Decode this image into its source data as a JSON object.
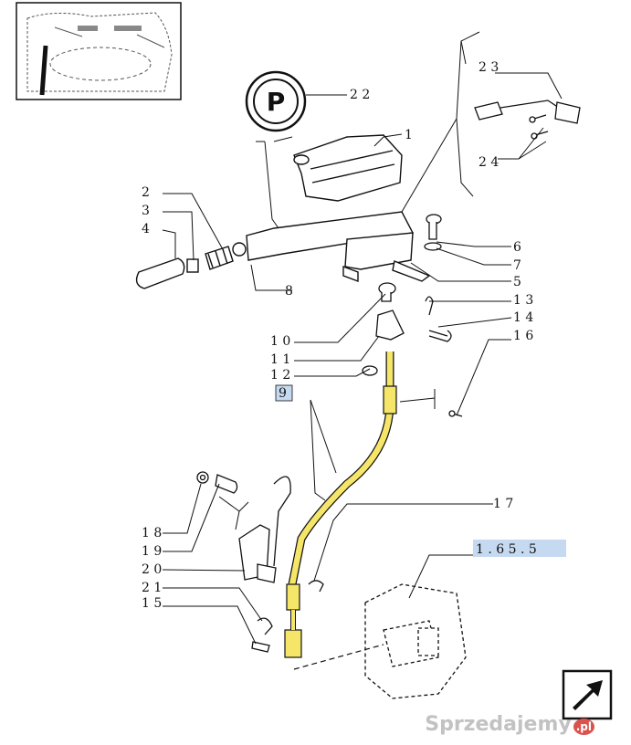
{
  "callouts": [
    {
      "id": "c1",
      "text": "1"
    },
    {
      "id": "c2",
      "text": "2"
    },
    {
      "id": "c3",
      "text": "3"
    },
    {
      "id": "c4",
      "text": "4"
    },
    {
      "id": "c5",
      "text": "5"
    },
    {
      "id": "c6",
      "text": "6"
    },
    {
      "id": "c7",
      "text": "7"
    },
    {
      "id": "c8",
      "text": "8"
    },
    {
      "id": "c9",
      "text": "9"
    },
    {
      "id": "c10",
      "text": "1 0"
    },
    {
      "id": "c11",
      "text": "1 1"
    },
    {
      "id": "c12",
      "text": "1 2"
    },
    {
      "id": "c13",
      "text": "1 3"
    },
    {
      "id": "c14",
      "text": "1 4"
    },
    {
      "id": "c15a",
      "text": "1 5"
    },
    {
      "id": "c16",
      "text": "1 6"
    },
    {
      "id": "c17",
      "text": "1 7"
    },
    {
      "id": "c18",
      "text": "1 8"
    },
    {
      "id": "c19",
      "text": "1 9"
    },
    {
      "id": "c20",
      "text": "2 0"
    },
    {
      "id": "c21",
      "text": "2 1"
    },
    {
      "id": "c22",
      "text": "2 2"
    },
    {
      "id": "c23",
      "text": "2 3"
    },
    {
      "id": "c24",
      "text": "2 4"
    }
  ],
  "reference": "1 . 6 5 . 5",
  "parking_symbol": "P",
  "watermark": "Sprzedajemy",
  "watermark_badge": ".pl",
  "colors": {
    "highlight": "#f5e66a",
    "label_box": "#c5d9f1",
    "line": "#111111"
  }
}
